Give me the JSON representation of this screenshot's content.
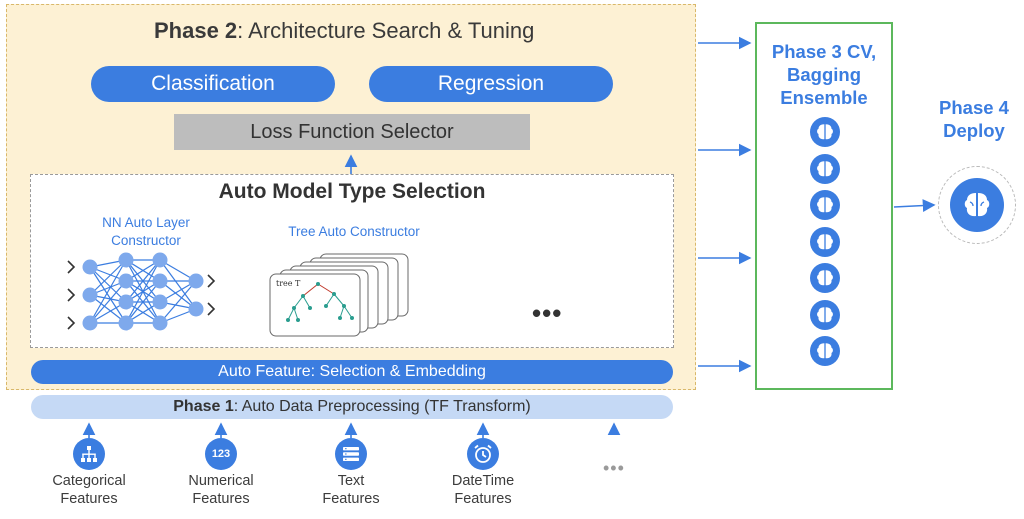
{
  "phase2": {
    "title_bold": "Phase 2",
    "title_rest": ": Architecture Search & Tuning",
    "classification": "Classification",
    "regression": "Regression",
    "loss_selector": "Loss Function Selector",
    "model_type_title": "Auto Model Type Selection",
    "nn_label": "NN Auto Layer Constructor",
    "tree_label": "Tree Auto Constructor",
    "tree_card_label": "tree T",
    "more": "•••",
    "feature_bar": "Auto Feature: Selection & Embedding"
  },
  "phase1": {
    "title_bold": "Phase 1",
    "title_rest": ": Auto Data Preprocessing (TF Transform)"
  },
  "inputs": [
    {
      "line1": "Categorical",
      "line2": "Features",
      "icon": "hierarchy-icon"
    },
    {
      "line1": "Numerical",
      "line2": "Features",
      "icon": "numbers-icon",
      "icon_text": "123"
    },
    {
      "line1": "Text",
      "line2": "Features",
      "icon": "text-list-icon"
    },
    {
      "line1": "DateTime",
      "line2": "Features",
      "icon": "clock-icon"
    }
  ],
  "inputs_more": "•••",
  "phase3": {
    "line1": "Phase 3 CV,",
    "line2": "Bagging",
    "line3": "Ensemble",
    "model_count": 7
  },
  "phase4": {
    "line1": "Phase 4",
    "line2": "Deploy"
  },
  "colors": {
    "accent": "#3b7de0",
    "phase2_bg": "#fdf1d4",
    "phase3_border": "#5cb85c",
    "loss_bg": "#bdbdbd",
    "phase1_bg": "#c5d9f5"
  }
}
